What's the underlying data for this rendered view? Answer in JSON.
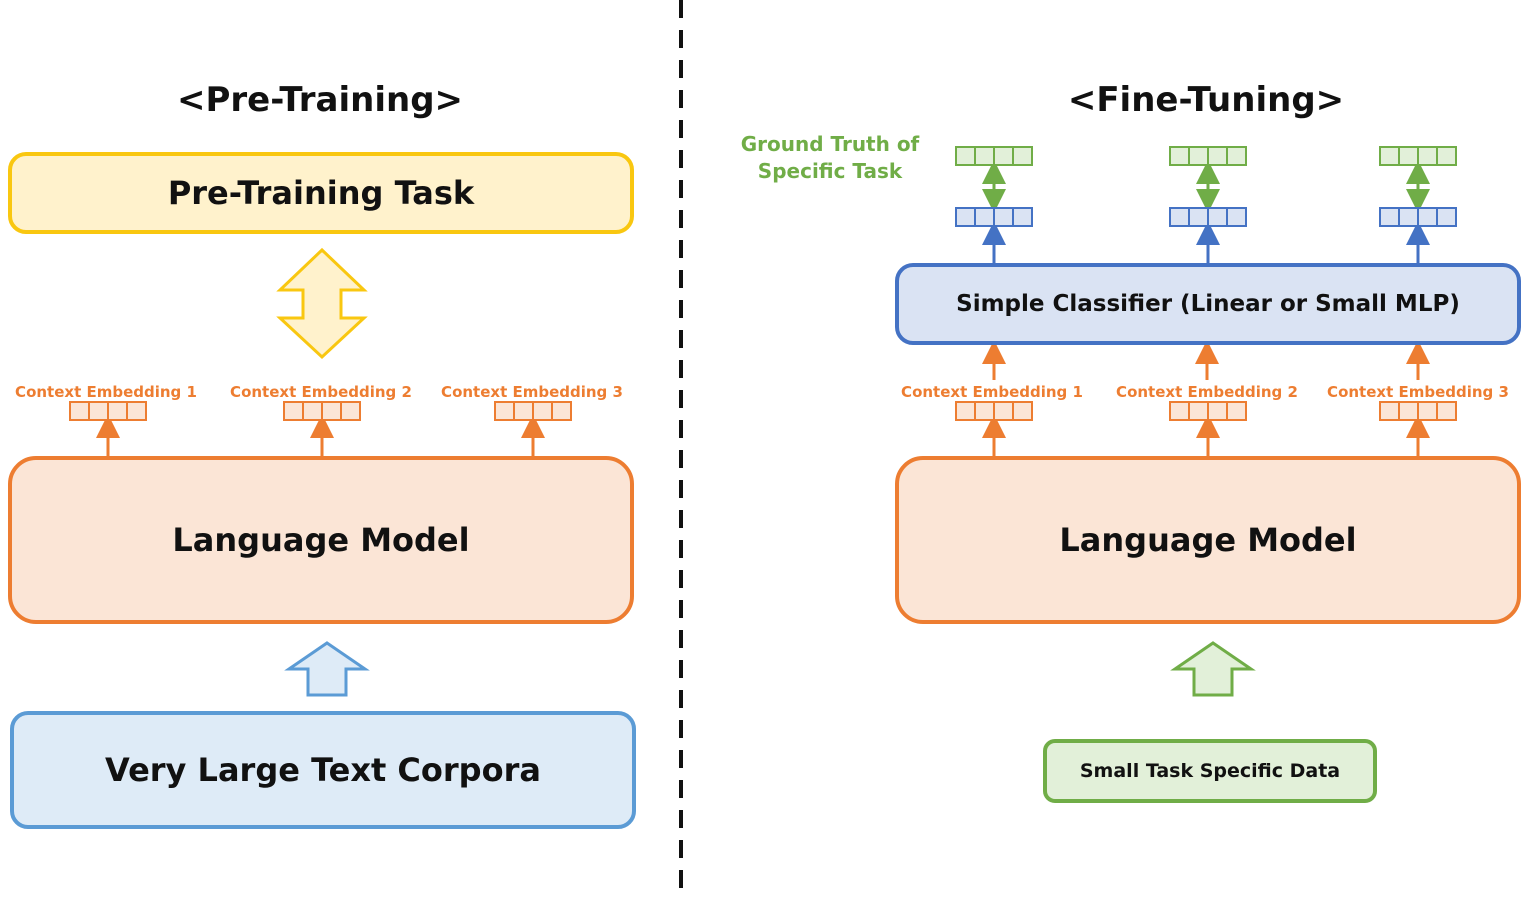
{
  "pretraining": {
    "title": "<Pre-Training>",
    "task_box": "Pre-Training Task",
    "model_box": "Language Model",
    "data_box": "Very Large Text Corpora",
    "embeddings": [
      "Context Embedding 1",
      "Context Embedding 2",
      "Context Embedding 3"
    ]
  },
  "finetuning": {
    "title": "<Fine-Tuning>",
    "ground_truth_label_line1": "Ground Truth of",
    "ground_truth_label_line2": "Specific Task",
    "classifier_box": "Simple Classifier (Linear or Small MLP)",
    "model_box": "Language Model",
    "data_box": "Small Task Specific Data",
    "embeddings": [
      "Context Embedding 1",
      "Context Embedding 2",
      "Context Embedding 3"
    ]
  },
  "colors": {
    "yellow": "#f9c710",
    "orange": "#ed7d31",
    "light_blue": "#5b9bd5",
    "dark_blue": "#4472c4",
    "green": "#70ad47"
  }
}
